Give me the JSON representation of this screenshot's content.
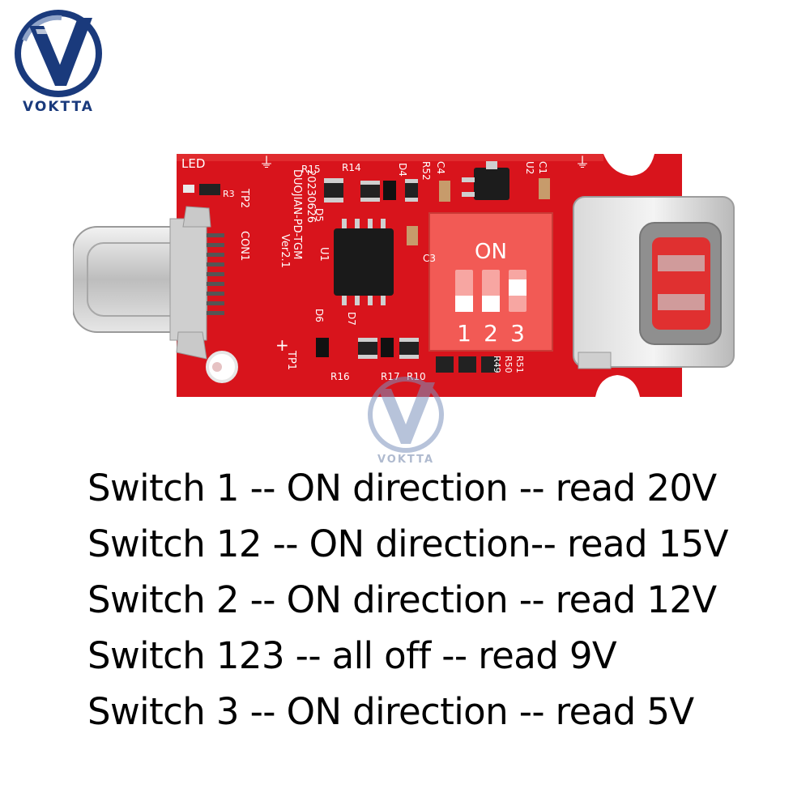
{
  "logo": {
    "brand": "VOKTTA",
    "colors": {
      "blue": "#1a3a7c",
      "ring_light": "#7d93bd"
    }
  },
  "watermark": {
    "brand": "VOKTTA"
  },
  "board": {
    "colors": {
      "pcb": "#d8141c",
      "pcb_dark": "#9c0b10",
      "switch": "#f25a55",
      "metal": "#d7d7d7",
      "chip": "#1a1a1a"
    },
    "silkscreen": [
      "LED",
      "R3",
      "TP2",
      "R15",
      "R14",
      "D4",
      "R52",
      "C4",
      "U2",
      "C1",
      "CON1",
      "D5",
      "U1",
      "20230626",
      "DUOJIAN-PD-TGM",
      "Ver2.1",
      "C3",
      "D6",
      "D7",
      "TP1",
      "R16",
      "R17",
      "R10",
      "R51",
      "R50",
      "R49"
    ],
    "dip_switch": {
      "label": "ON",
      "positions": [
        "1",
        "2",
        "3"
      ]
    }
  },
  "instructions": [
    "Switch 1 -- ON direction -- read 20V",
    "Switch 12 -- ON direction-- read 15V",
    "Switch 2 -- ON direction -- read 12V",
    "Switch 123 -- all off -- read 9V",
    "Switch 3 -- ON direction -- read 5V"
  ]
}
